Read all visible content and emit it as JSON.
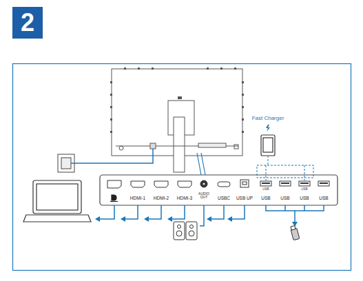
{
  "diagram": {
    "title": "2",
    "labels": [
      "Fast Charger",
      "HDMI-1",
      "HDMI-2",
      "HDMI-3",
      "AUDIO OUT",
      "USBC",
      "USB UP",
      "USB",
      "USB",
      "USB",
      "USB",
      "USB",
      "USB"
    ]
  }
}
